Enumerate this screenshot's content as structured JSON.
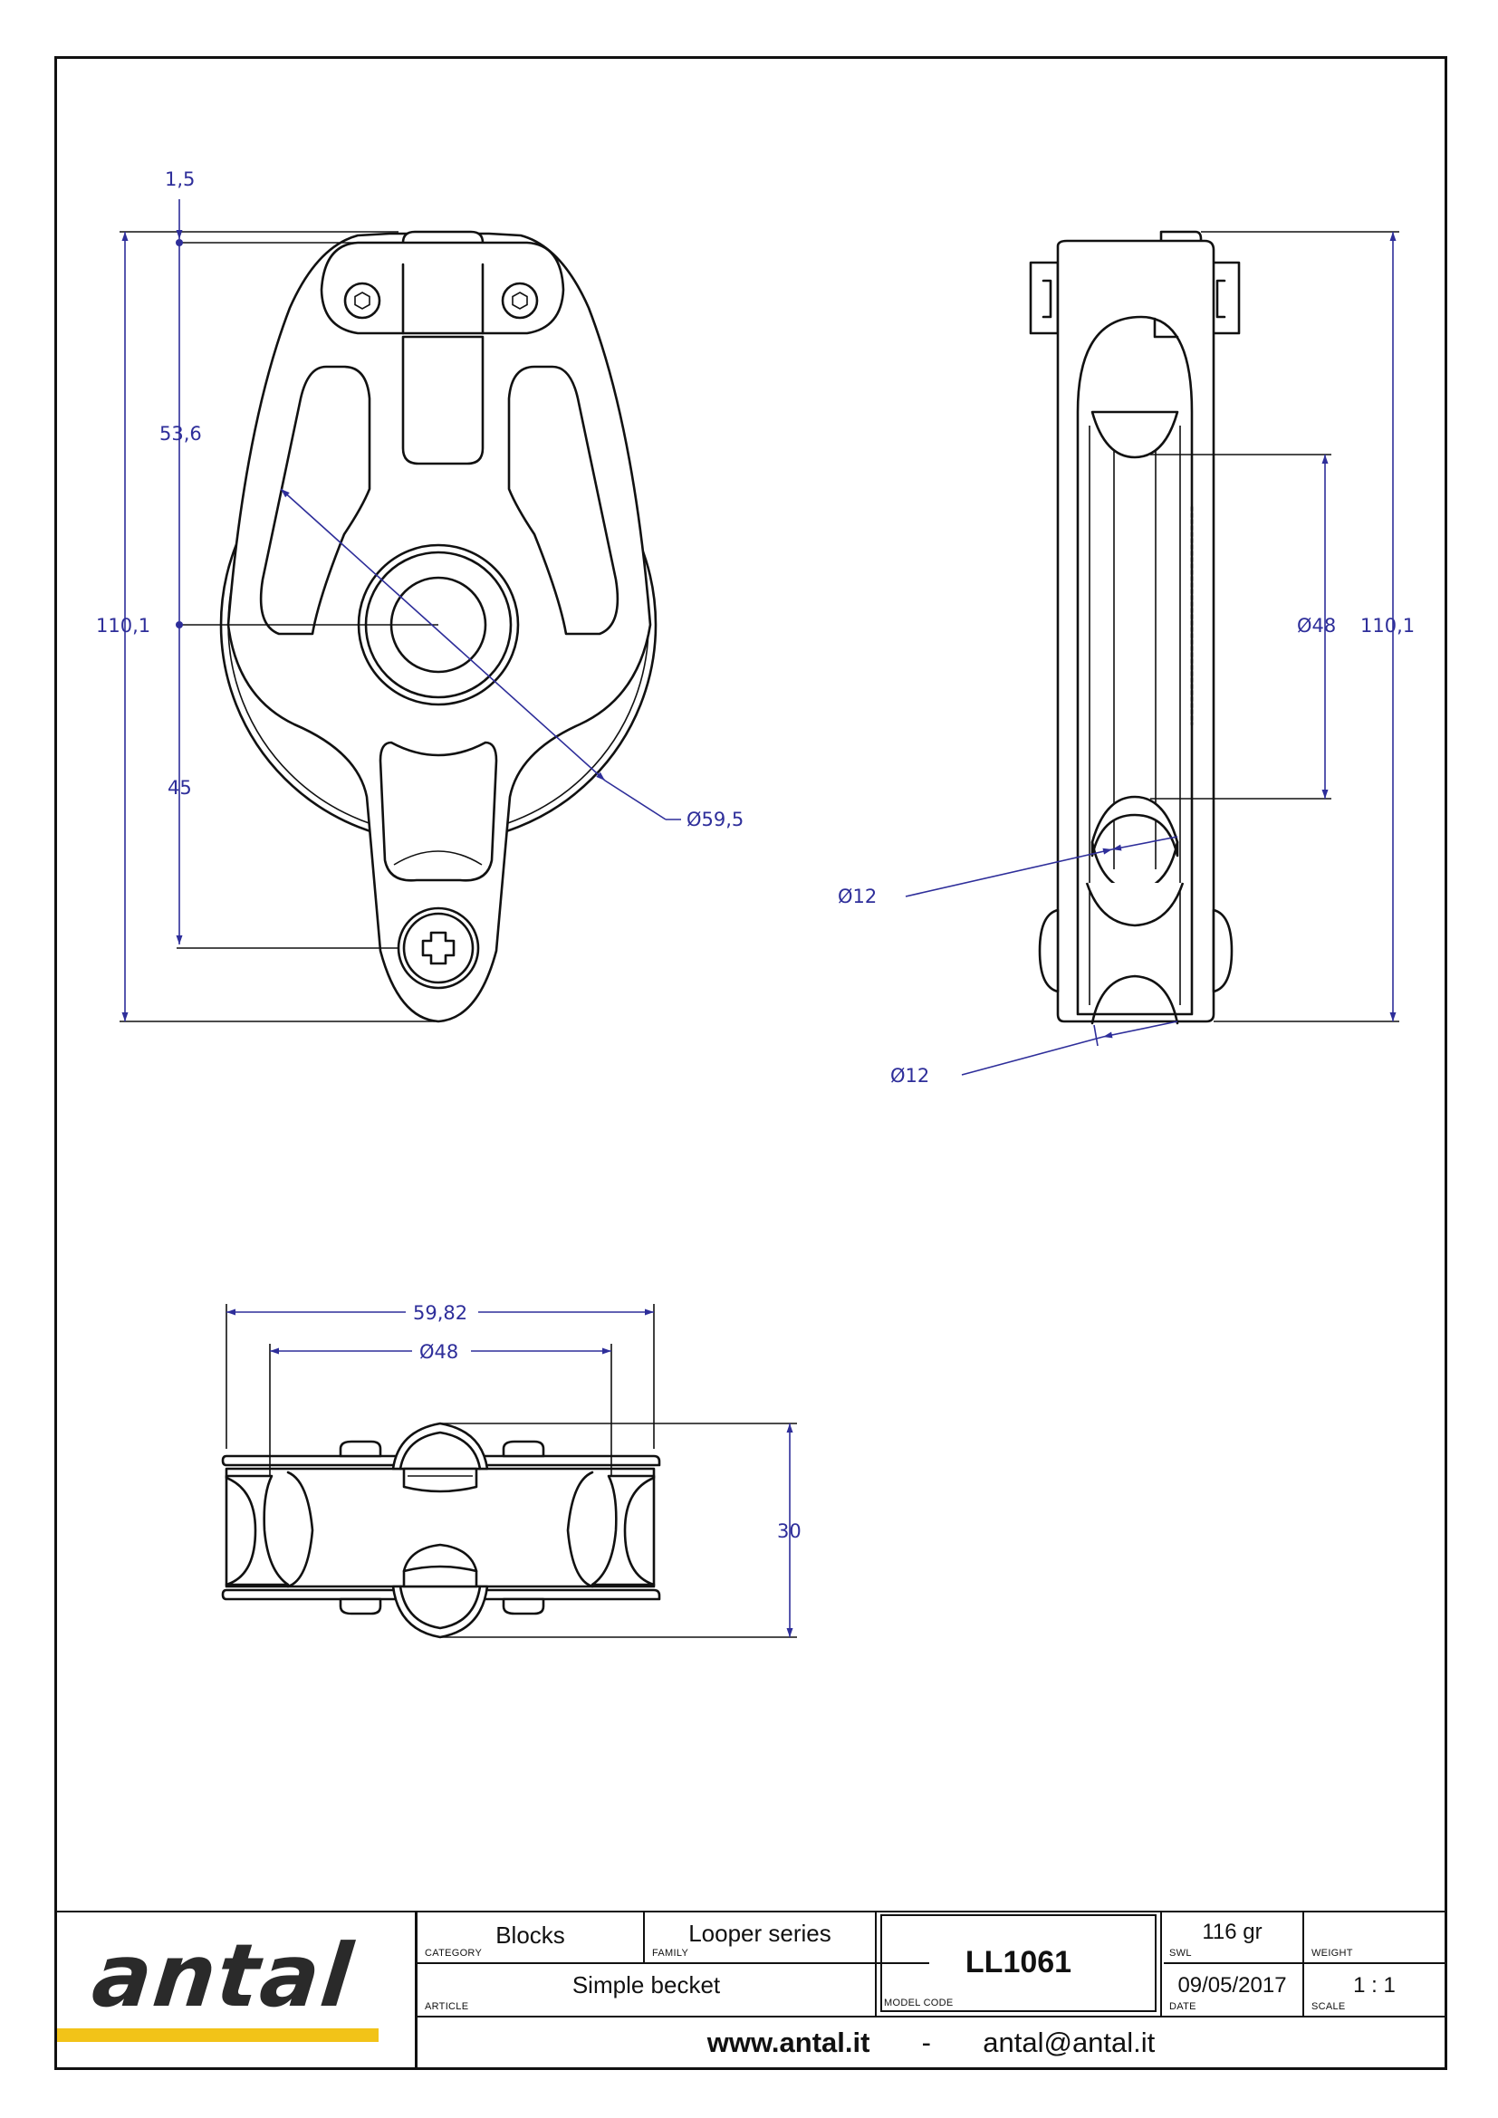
{
  "dimensions": {
    "front_top_offset": "1,5",
    "front_upper": "53,6",
    "front_total": "110,1",
    "front_lower": "45",
    "sheave_diameter": "Ø59,5",
    "side_sheave_inner": "Ø48",
    "side_total": "110,1",
    "side_hole_upper": "Ø12",
    "side_hole_lower": "Ø12",
    "bottom_outer_width": "59,82",
    "bottom_inner_diameter": "Ø48",
    "bottom_height": "30"
  },
  "title_block": {
    "logo_text": "antal",
    "category": {
      "value": "Blocks",
      "caption": "CATEGORY"
    },
    "family": {
      "value": "Looper series",
      "caption": "FAMILY"
    },
    "article": {
      "value": "Simple becket",
      "caption": "ARTICLE"
    },
    "model_code": {
      "value": "LL1061",
      "caption": "MODEL CODE"
    },
    "swl": {
      "value": "116 gr",
      "caption": "SWL"
    },
    "weight": {
      "value": "",
      "caption": "WEIGHT"
    },
    "date": {
      "value": "09/05/2017",
      "caption": "DATE"
    },
    "scale": {
      "value": "1 : 1",
      "caption": "SCALE"
    },
    "website": "www.antal.it",
    "separator": "-",
    "email": "antal@antal.it"
  },
  "colors": {
    "dimension_blue": "#2e2e9a",
    "logo_yellow": "#f2c318",
    "line": "#111111"
  }
}
